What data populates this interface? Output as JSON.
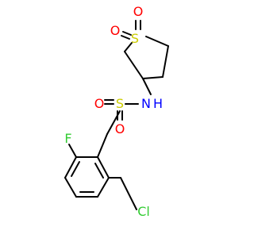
{
  "colors": {
    "bond": "#000000",
    "oxygen": "#ff0000",
    "sulfur": "#cccc00",
    "nitrogen": "#0000ff",
    "fluorine": "#33cc33",
    "chlorine": "#33cc33"
  },
  "atoms": {
    "s_ring": "S",
    "o_ring_top": "O",
    "o_ring_left": "O",
    "n_h": "N",
    "h_n": "H",
    "s_sulfonamide": "S",
    "o_sulfonamide_left": "O",
    "o_sulfonamide_bottom": "O",
    "f": "F",
    "cl": "Cl"
  }
}
